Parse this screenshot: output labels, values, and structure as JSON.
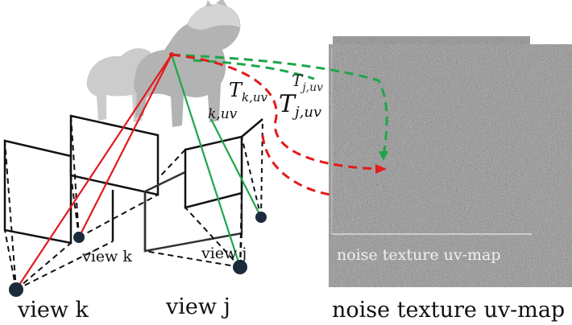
{
  "labels": {
    "view_k_bottom": "view k",
    "view_j_bottom": "view j",
    "uvmap_bottom": "noise texture uv-map",
    "view_k_inner": "view k",
    "view_j_inner": "view j",
    "uvmap_inner": "noise texture uv-map"
  },
  "math": {
    "T_k": "T",
    "T_k_sub": "k,uv",
    "T_j": "T",
    "T_j_sub": "j,uv",
    "T_j_ghost": "T",
    "T_j_ghost_sub": "j,uv",
    "k_ghost_sub": "k,uv"
  },
  "colors": {
    "ray_k": "#e21b1b",
    "ray_j": "#1fa64a",
    "frustum": "#111111",
    "camera_dot": "#1b2a3c",
    "mesh": "#b8b8b8",
    "noise_bg": "#5a5a5a"
  }
}
